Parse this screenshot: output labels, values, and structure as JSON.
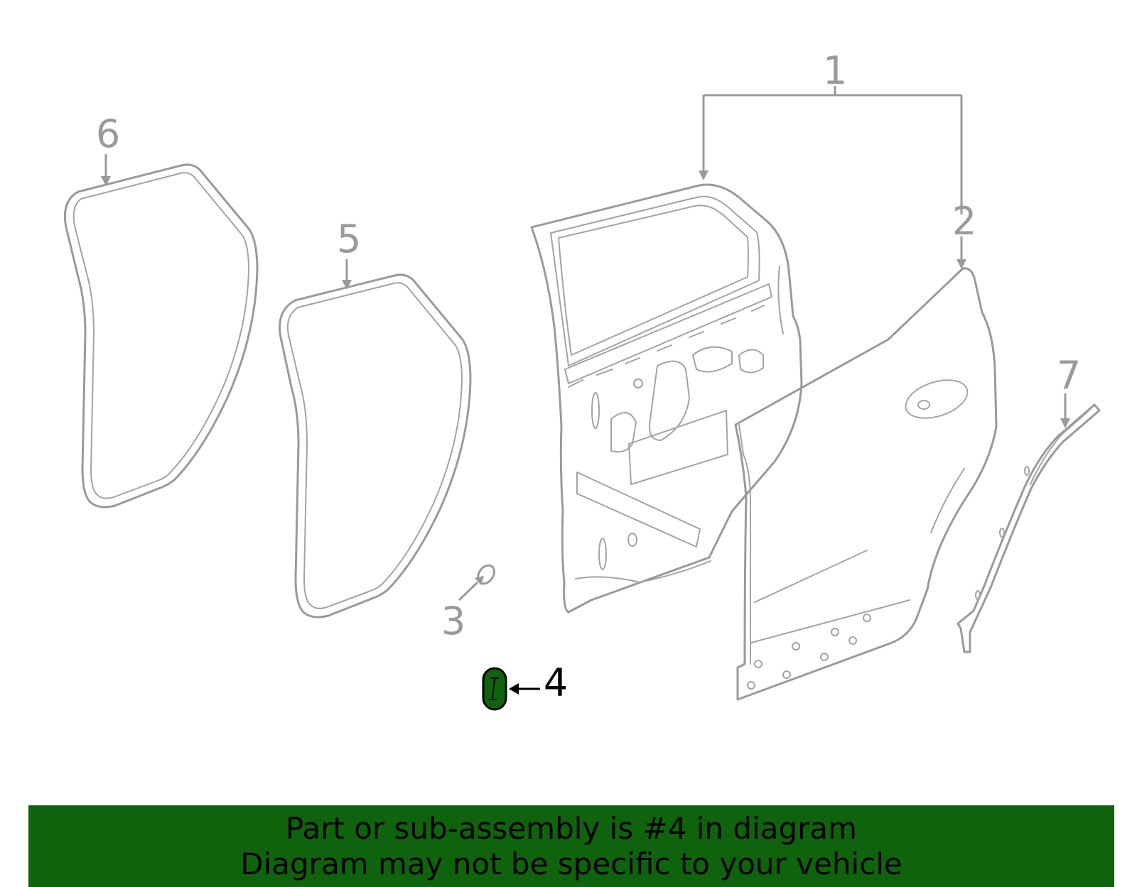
{
  "callouts": {
    "c1": "1",
    "c2": "2",
    "c3": "3",
    "c4": "4",
    "c5": "5",
    "c6": "6",
    "c7": "7"
  },
  "highlight": {
    "part_number": "4",
    "color": "#0f630c"
  },
  "colors": {
    "line_art": "#9a9a9a",
    "banner_background": "#0f630c",
    "banner_text": "#000000"
  },
  "banner": {
    "line1": "Part or sub-assembly is #4 in diagram",
    "line2": "Diagram may not be specific to your vehicle"
  }
}
